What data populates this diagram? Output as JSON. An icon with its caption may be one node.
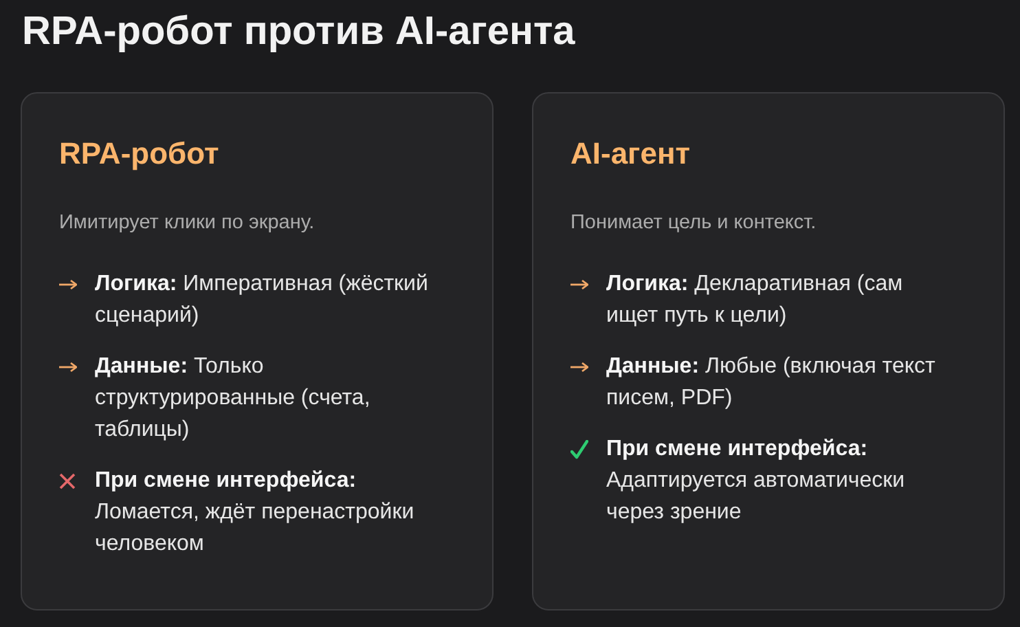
{
  "diagram": {
    "title": "RPA-робот против AI-агента",
    "nodes": [
      {
        "text": [
          "RPA-робот",
          "Имитирует клики по экрану.",
          "**Логика:** Императивная (жёсткий сценарий)",
          "**Данные:** Только структурированные (счета, таблицы)",
          "**При смене интерфейса:** Ломается, ждёт перенастройки человеком"
        ]
      },
      {
        "text": [
          "AI-агент",
          "Понимает цель и контекст.",
          "**Логика:** Декларативная (сам ищет путь к цели)",
          "**Данные:** Любые (включая текст писем, PDF)",
          "**При смене интерфейса:** Адаптируется автоматически через зрение"
        ]
      }
    ]
  }
}
